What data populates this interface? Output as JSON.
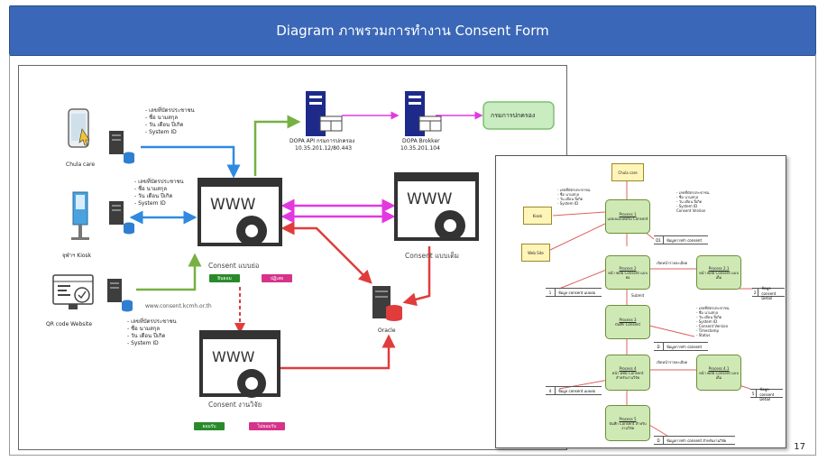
{
  "title": "Diagram ภาพรวมการทำงาน Consent Form",
  "page_number": "17",
  "colors": {
    "title_bar": "#3a67b7",
    "arrow_blue": "#2f8ae0",
    "arrow_green": "#77b043",
    "arrow_magenta": "#e238e0",
    "arrow_red": "#e03c3c",
    "process_fill": "#cfe9b5",
    "external_fill": "#fff5b8"
  },
  "diagram": {
    "sources": {
      "chula_care": "Chula care",
      "kiosk": "จุฬาฯ Kiosk",
      "qr": "QR code Website"
    },
    "field_list": [
      "- เลขที่บัตรประชาชน",
      "- ชื่อ นามสกุล",
      "- วัน เดือน ปีเกิด",
      "- System ID"
    ],
    "dopa_api": {
      "name": "DOPA API กรมการปกครอง",
      "address": "10.35.201.12/80.443"
    },
    "dopa_brokker": {
      "name": "DOPA Brokker",
      "address": "10.35.201.104"
    },
    "department": "กรมการปกครอง",
    "consent_short": "Consent แบบย่อ",
    "consent_full": "Consent แบบเต็ม",
    "consent_research": "Consent งานวิจัย",
    "www": "WWW",
    "url": "www.consent.kcmh.or.th",
    "oracle": "Oracle",
    "btn_accept": "ยินยอม",
    "btn_reject": "ปฏิเสธ",
    "btn_agree": "ยอมรับ",
    "btn_disagree": "ไม่ยอมรับ"
  },
  "dfd": {
    "externals": [
      "Chula care",
      "Kiosk",
      "Web Site"
    ],
    "processes": [
      {
        "id": "Process 1",
        "label": "แสดงแบบฟอร์ม Consent"
      },
      {
        "id": "Process 2",
        "label": "หน้า web Consent แบบย่อ"
      },
      {
        "id": "Process 2.1",
        "label": "หน้า web Consent แบบเต็ม"
      },
      {
        "id": "Process 3",
        "label": "บันทึก Consent"
      },
      {
        "id": "Process 4",
        "label": "หน้า web Consent สำหรับงานวิจัย"
      },
      {
        "id": "Process 4.1",
        "label": "หน้า web Consent แบบเต็ม"
      },
      {
        "id": "Process 5",
        "label": "บันทึก Consent สำหรับงานวิจัย"
      }
    ],
    "stores": [
      {
        "id": "D1",
        "name": "ข้อมูลการทำ consent"
      },
      {
        "id": "1",
        "name": "ข้อมูล consent แบบย่อ"
      },
      {
        "id": "2",
        "name": "ข้อมูล consent Detail"
      },
      {
        "id": "D",
        "name": "ข้อมูลการทำ consent"
      },
      {
        "id": "4",
        "name": "ข้อมูล consent แบบย่อ"
      },
      {
        "id": "5",
        "name": "ข้อมูล consent Detail"
      },
      {
        "id": "D",
        "name": "ข้อมูลการทำ consent สำหรับงานวิจัย"
      }
    ],
    "notes": {
      "top_left": [
        "- เลขที่บัตรประชาชน",
        "- ชื่อ นามสกุล",
        "- วัน เดือน ปีเกิด",
        "- System ID"
      ],
      "top_right": [
        "- เลขที่บัตรประชาชน",
        "- ชื่อ นามสกุล",
        "- วัน เดือน ปีเกิด",
        "- System ID",
        "Consent Version"
      ],
      "mid_right": [
        "- เลขที่บัตรประชาชน",
        "- ชื่อ นามสกุล",
        "- วัน เดือน ปีเกิด",
        "- System ID",
        "- Consent Version",
        "- Timestamp",
        "- Status"
      ],
      "view_full": "เปิดหน้ารายละเอียด",
      "submit": "Submit"
    }
  }
}
